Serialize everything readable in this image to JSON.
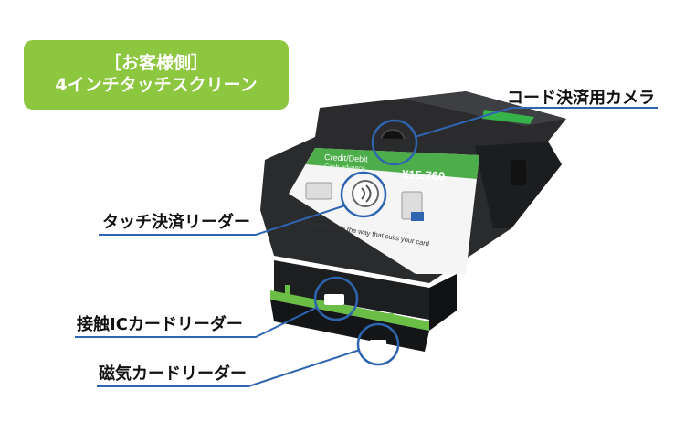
{
  "header": {
    "line1": "［お客様側］",
    "line2": "4インチタッチスクリーン",
    "color": "#8dc63f"
  },
  "labels": {
    "code_camera": "コード決済用カメラ",
    "touch_reader": "タッチ決済リーダー",
    "ic_reader": "接触ICカードリーダー",
    "magnetic_reader": "磁気カードリーダー"
  },
  "screen": {
    "title": "Credit/Debit",
    "subtitle": "Cash advance",
    "amount": "¥15,760",
    "instruction": "Please operate in the way that suits your card",
    "contactless_icon": "contactless-icon"
  },
  "colors": {
    "leader_line": "#2e64b0",
    "accent": "#6abd45"
  }
}
